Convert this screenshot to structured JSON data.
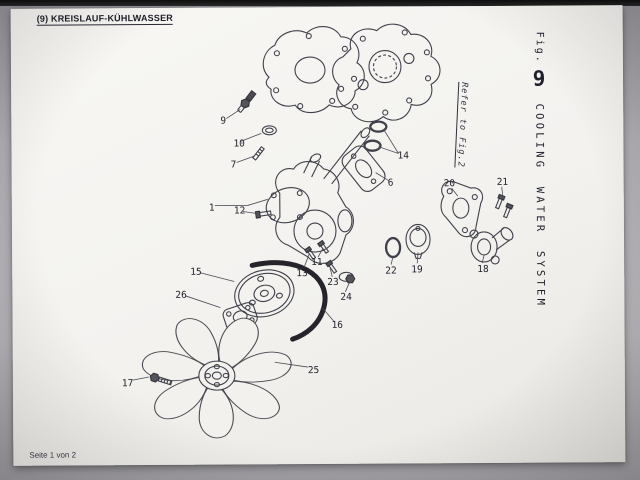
{
  "colors": {
    "photo_background": "#b0aeb2",
    "paper": "#f3f2ef",
    "ink": "#22222c"
  },
  "document": {
    "header": "(9) KREISLAUF-KÜHLWASSER",
    "footer": "Seite 1 von 2"
  },
  "figure": {
    "label_prefix": "Fig.",
    "number": "9",
    "title": "COOLING WATER SYSTEM",
    "side_note": "Refer to Fig.2"
  },
  "callouts": {
    "n1": "1",
    "n6": "6",
    "n7": "7",
    "n9": "9",
    "n10": "10",
    "n11": "11",
    "n12": "12",
    "n13": "13",
    "n14": "14",
    "n15": "15",
    "n16": "16",
    "n17": "17",
    "n18": "18",
    "n19": "19",
    "n20": "20",
    "n21": "21",
    "n22": "22",
    "n23": "23",
    "n24": "24",
    "n25": "25",
    "n26": "26"
  }
}
